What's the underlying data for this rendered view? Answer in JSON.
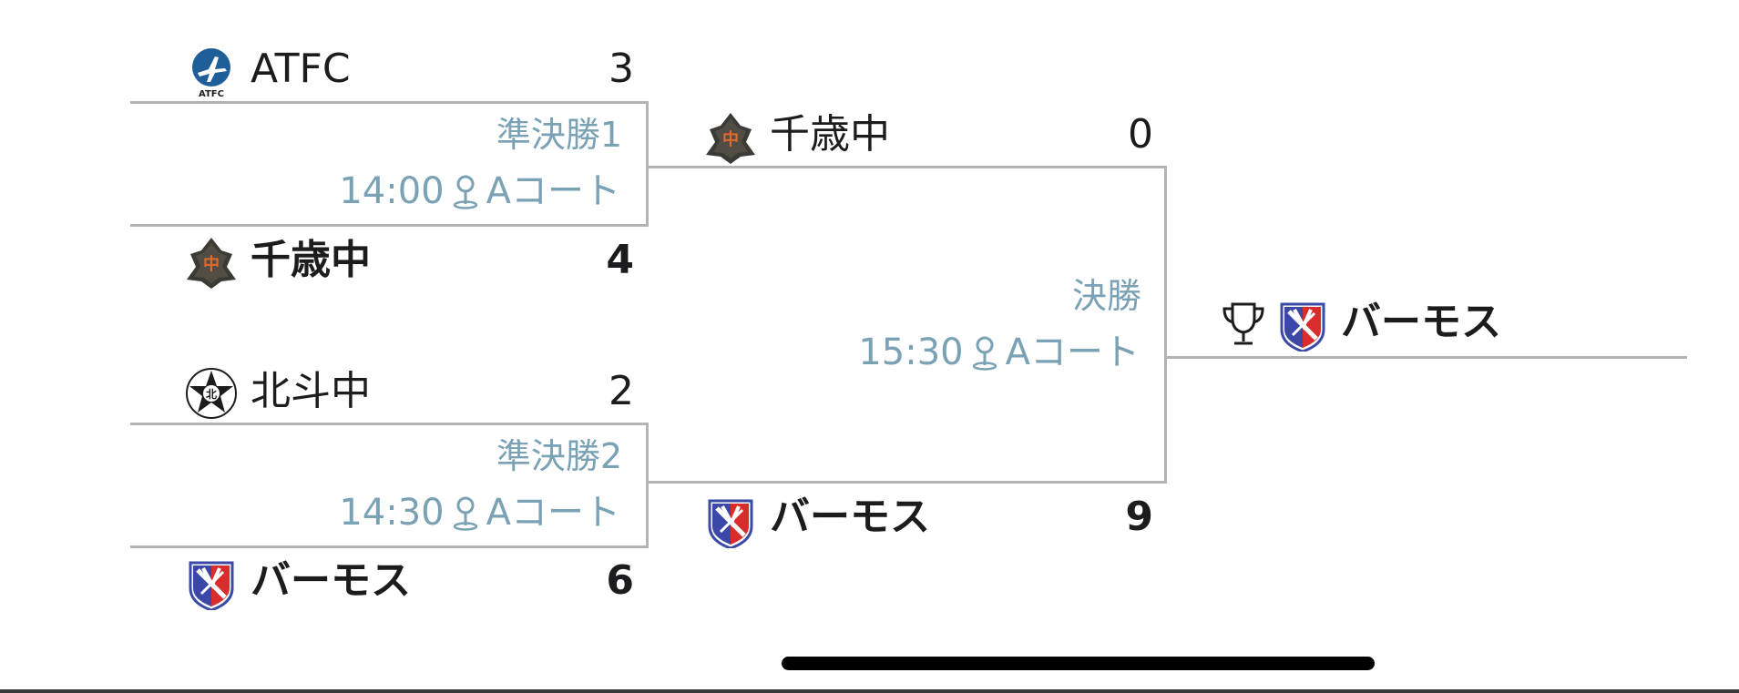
{
  "bracket": {
    "semifinal1": {
      "label": "準決勝1",
      "time": "14:00",
      "court": "Aコート",
      "top": {
        "name": "ATFC",
        "score": "3",
        "logo_text": "ATFC"
      },
      "bottom": {
        "name": "千歳中",
        "score": "4",
        "logo_text": "中"
      }
    },
    "semifinal2": {
      "label": "準決勝2",
      "time": "14:30",
      "court": "Aコート",
      "top": {
        "name": "北斗中",
        "score": "2",
        "logo_text": "北"
      },
      "bottom": {
        "name": "バーモス",
        "score": "6"
      }
    },
    "final": {
      "label": "決勝",
      "time": "15:30",
      "court": "Aコート",
      "top": {
        "name": "千歳中",
        "score": "0",
        "logo_text": "中"
      },
      "bottom": {
        "name": "バーモス",
        "score": "9"
      }
    },
    "champion": {
      "name": "バーモス"
    }
  },
  "icons": {
    "location": "location-pin-icon",
    "trophy": "trophy-icon"
  },
  "colors": {
    "line": "#b3b3b3",
    "info_text": "#7aa1b4",
    "team_text": "#1c1c1e"
  }
}
